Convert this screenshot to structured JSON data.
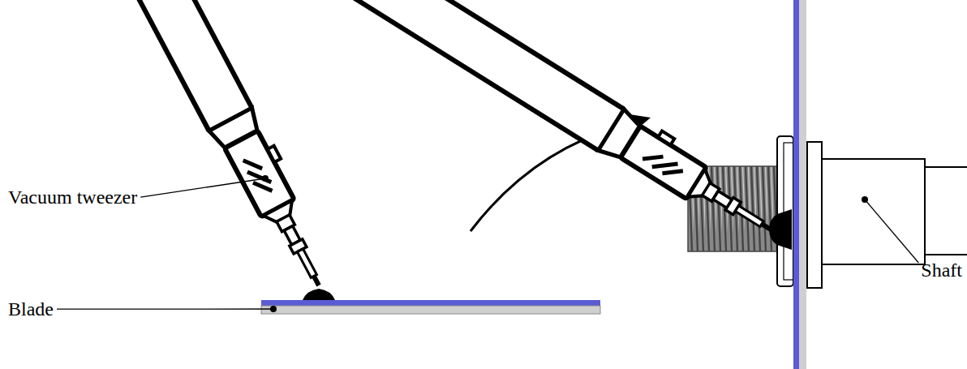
{
  "diagram": {
    "labels": [
      "Vacuum tweezer",
      "Blade",
      "Shaft"
    ]
  }
}
